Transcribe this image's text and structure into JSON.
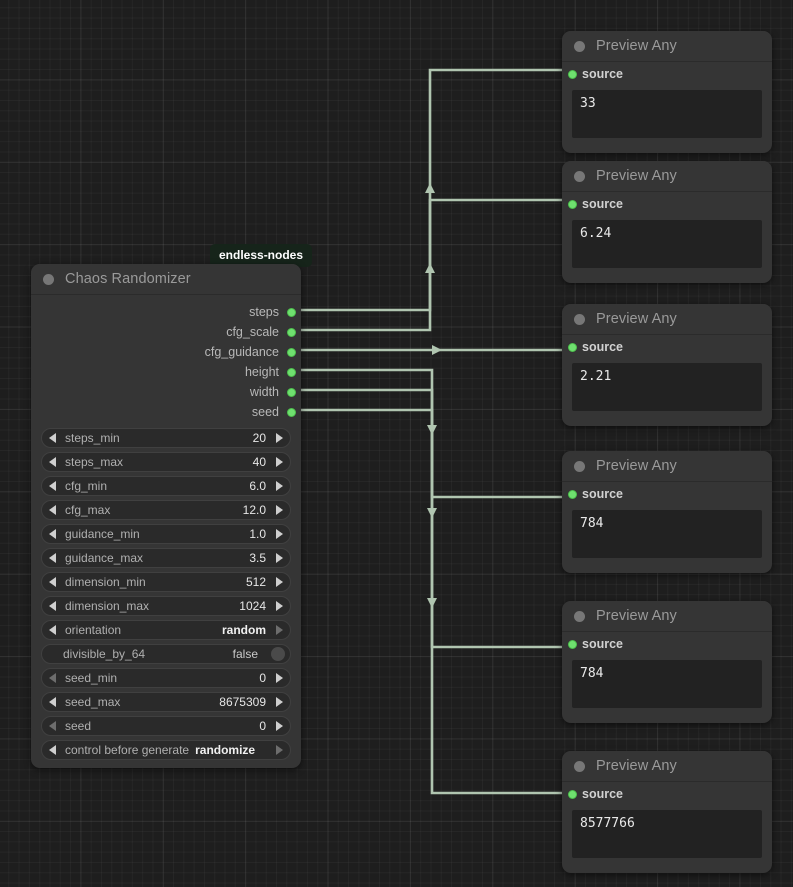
{
  "canvas": {
    "background_color": "#1e1e1e",
    "grid_color": "#2a2a2a",
    "link_color": "#b0c5b0",
    "slot_color": "#6fe06f"
  },
  "badge": {
    "label": "endless-nodes"
  },
  "chaos_node": {
    "title": "Chaos Randomizer",
    "outputs": [
      {
        "name": "steps"
      },
      {
        "name": "cfg_scale"
      },
      {
        "name": "cfg_guidance"
      },
      {
        "name": "height"
      },
      {
        "name": "width"
      },
      {
        "name": "seed"
      }
    ],
    "widgets": [
      {
        "name": "steps_min",
        "value": "20",
        "kind": "number"
      },
      {
        "name": "steps_max",
        "value": "40",
        "kind": "number"
      },
      {
        "name": "cfg_min",
        "value": "6.0",
        "kind": "number"
      },
      {
        "name": "cfg_max",
        "value": "12.0",
        "kind": "number"
      },
      {
        "name": "guidance_min",
        "value": "1.0",
        "kind": "number"
      },
      {
        "name": "guidance_max",
        "value": "3.5",
        "kind": "number"
      },
      {
        "name": "dimension_min",
        "value": "512",
        "kind": "number"
      },
      {
        "name": "dimension_max",
        "value": "1024",
        "kind": "number"
      },
      {
        "name": "orientation",
        "value": "random",
        "kind": "combo"
      },
      {
        "name": "divisible_by_64",
        "value": "false",
        "kind": "toggle"
      },
      {
        "name": "seed_min",
        "value": "0",
        "kind": "number"
      },
      {
        "name": "seed_max",
        "value": "8675309",
        "kind": "number"
      },
      {
        "name": "seed",
        "value": "0",
        "kind": "number"
      },
      {
        "name": "control before generate",
        "value": "randomize",
        "kind": "combo"
      }
    ]
  },
  "previews": [
    {
      "title": "Preview Any",
      "input": "source",
      "value": "33"
    },
    {
      "title": "Preview Any",
      "input": "source",
      "value": "6.24"
    },
    {
      "title": "Preview Any",
      "input": "source",
      "value": "2.21"
    },
    {
      "title": "Preview Any",
      "input": "source",
      "value": "784"
    },
    {
      "title": "Preview Any",
      "input": "source",
      "value": "784"
    },
    {
      "title": "Preview Any",
      "input": "source",
      "value": "8577766"
    }
  ]
}
